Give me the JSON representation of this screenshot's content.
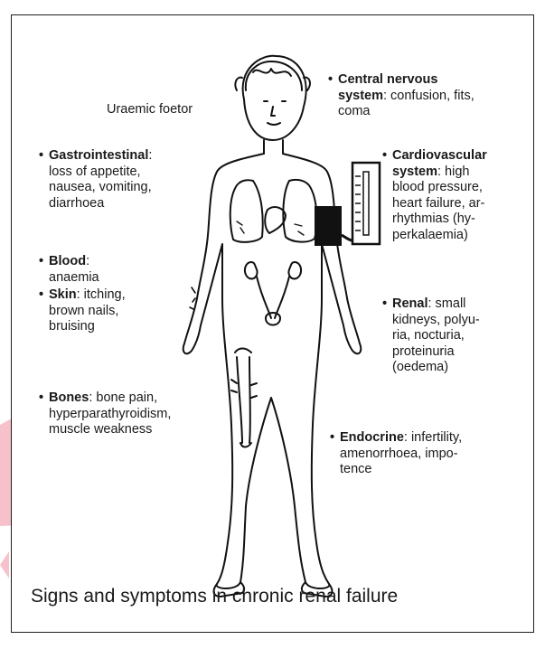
{
  "labels": {
    "uraemic": "Uraemic foetor",
    "cns_title": "Central nervous",
    "cns_title2": "system",
    "cns_text": ": confusion, fits,",
    "cns_text2": "coma",
    "gi_title": "Gastrointestinal",
    "gi_colon": ":",
    "gi_l1": "loss of appetite,",
    "gi_l2": "nausea, vomiting,",
    "gi_l3": "diarrhoea",
    "cv_title": "Cardiovascular",
    "cv_title2": "system",
    "cv_l1": ":  high",
    "cv_l2": "blood pressure,",
    "cv_l3": "heart failure, ar-",
    "cv_l4": "rhythmias (hy-",
    "cv_l5": "perkalaemia)",
    "blood_title": "Blood",
    "blood_colon": ":",
    "blood_l1": "anaemia",
    "skin_title": "Skin",
    "skin_l1": ": itching,",
    "skin_l2": "brown nails,",
    "skin_l3": "bruising",
    "renal_title": "Renal",
    "renal_l1": ":  small",
    "renal_l2": "kidneys, polyu-",
    "renal_l3": "ria, nocturia,",
    "renal_l4": "proteinuria",
    "renal_l5": "(oedema)",
    "bones_title": "Bones",
    "bones_l1": ": bone pain,",
    "bones_l2": "hyperparathyroidism,",
    "bones_l3": "muscle weakness",
    "endo_title": "Endocrine",
    "endo_l1": ": infertility,",
    "endo_l2": "amenorrhoea, impo-",
    "endo_l3": "tence"
  },
  "caption": "Signs and symptoms in chronic renal failure",
  "colors": {
    "frame": "#1f1f1f",
    "pointer": "#f7c1cb",
    "ink": "#1a1a1a"
  }
}
